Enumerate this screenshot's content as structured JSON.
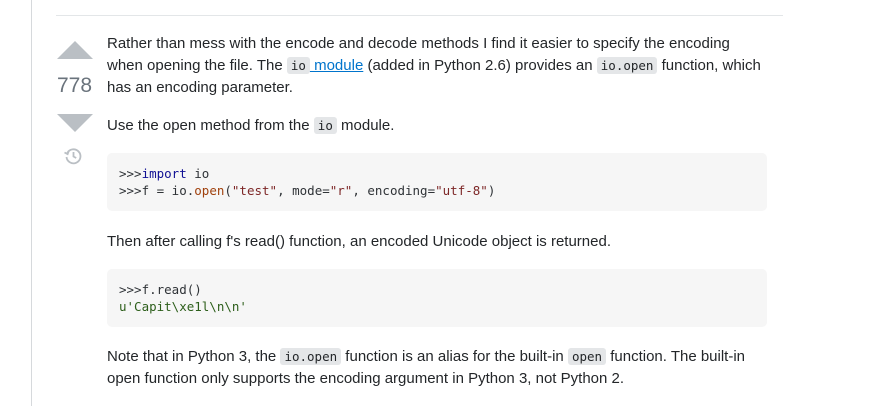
{
  "vote": {
    "count": "778"
  },
  "answer": {
    "p1": {
      "t1": "Rather than mess with the encode and decode methods I find it easier to specify the encoding when opening the file. The ",
      "code1": "io",
      "link": " module",
      "t2": " (added in Python 2.6) provides an ",
      "code2": "io.open",
      "t3": " function, which has an encoding parameter."
    },
    "p2": {
      "t1": "Use the open method from the ",
      "code1": "io",
      "t2": " module."
    },
    "code_block_1": {
      "line1_prompt": ">>>",
      "line1_kw": "import",
      "line1_rest": " io",
      "line2_prefix": ">>>f = io.",
      "line2_fn": "open",
      "line2_p1": "(",
      "line2_s1": "\"test\"",
      "line2_p2": ", mode=",
      "line2_s2": "\"r\"",
      "line2_p3": ", encoding=",
      "line2_s3": "\"utf-8\"",
      "line2_p4": ")"
    },
    "p3": {
      "text": "Then after calling f's read() function, an encoded Unicode object is returned."
    },
    "code_block_2": {
      "line1": ">>>f.read()",
      "line2": "u'Capit\\xe1l\\n\\n'"
    },
    "p4": {
      "t1": "Note that in Python 3, the ",
      "code1": "io.open",
      "t2": " function is an alias for the built-in ",
      "code2": "open",
      "t3": " function. The built-in open function only supports the encoding argument in Python 3, not Python 2."
    }
  },
  "icons": {
    "upvote": "arrow-up-triangle",
    "downvote": "arrow-down-triangle",
    "history": "history-clock"
  },
  "colors": {
    "link": "#0074cc",
    "vote_arrow": "#babfc4",
    "inline_code_bg": "#e4e6e8",
    "code_block_bg": "#f6f6f6"
  }
}
